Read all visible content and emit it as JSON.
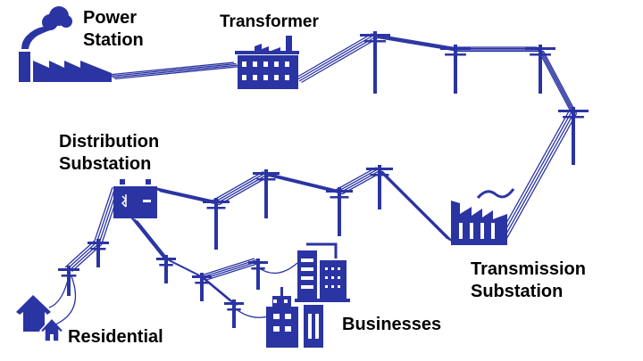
{
  "colors": {
    "ink": "#2b34a3",
    "text": "#000000"
  },
  "labels": {
    "power_station": [
      "Power",
      "Station"
    ],
    "transformer": "Transformer",
    "distribution_substation": [
      "Distribution",
      "Substation"
    ],
    "transmission_substation": [
      "Transmission",
      "Substation"
    ],
    "businesses": "Businesses",
    "residential": "Residential"
  }
}
